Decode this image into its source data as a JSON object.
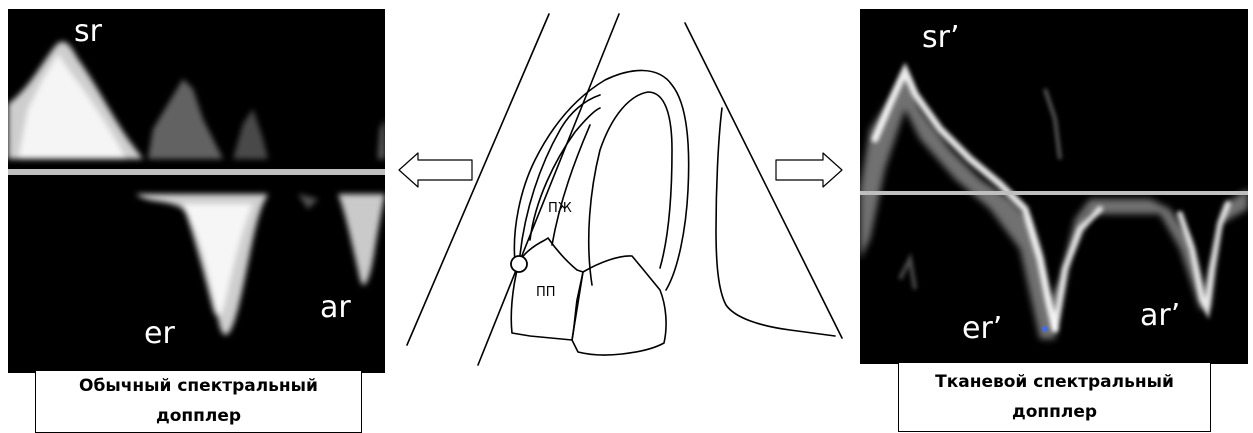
{
  "left_panel": {
    "labels": {
      "sr": "sr",
      "er": "er",
      "ar": "ar"
    },
    "caption_line1": "Обычный спектральный",
    "caption_line2": "допплер"
  },
  "right_panel": {
    "labels": {
      "sr": "sr’",
      "er": "er’",
      "ar": "ar’"
    },
    "caption_line1": "Тканевой спектральный",
    "caption_line2": "допплер"
  },
  "heart": {
    "rv_label": "ПЖ",
    "ra_label": "ПП"
  },
  "colors": {
    "background": "#000000",
    "signal": "#ffffff",
    "baseline": "#bfbfbf"
  }
}
